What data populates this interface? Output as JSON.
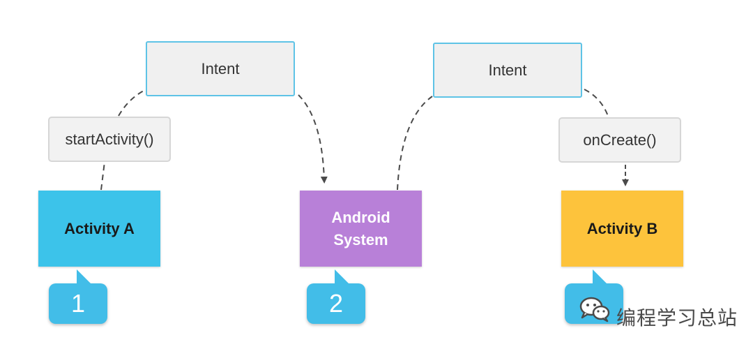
{
  "intents": [
    {
      "label": "Intent"
    },
    {
      "label": "Intent"
    }
  ],
  "calls": {
    "start": "startActivity()",
    "create": "onCreate()"
  },
  "activities": {
    "a": {
      "label": "Activity A",
      "color": "#3cc3ea",
      "text_color": "#1a1a1a"
    },
    "system": {
      "label": "Android\nSystem",
      "color": "#b880d8",
      "text_color": "#ffffff"
    },
    "b": {
      "label": "Activity B",
      "color": "#fdc33c",
      "text_color": "#1a1a1a"
    }
  },
  "steps": [
    "1",
    "2",
    ""
  ],
  "watermark": {
    "text": "编程学习总站",
    "icon": "wechat-icon"
  },
  "colors": {
    "intent_border": "#5ec3e6",
    "badge": "#42bde8",
    "connector": "#4a4a4a"
  }
}
